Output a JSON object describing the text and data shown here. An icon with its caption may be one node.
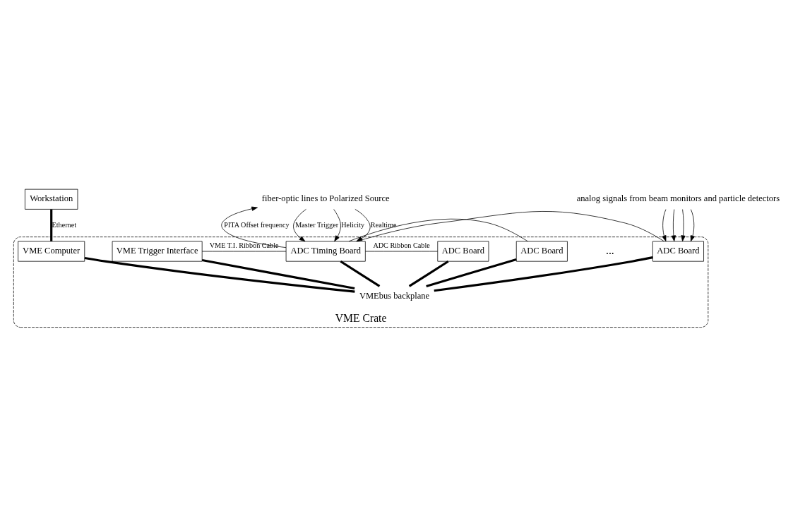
{
  "diagram": {
    "nodes": [
      {
        "text": [
          "VME Crate"
        ]
      },
      {
        "text": [
          "VME Computer"
        ],
        "in": 0
      },
      {
        "text": [
          "VME Trigger Interface"
        ],
        "in": 0
      },
      {
        "text": [
          "ADC Timing Board"
        ],
        "in": 0
      },
      {
        "text": [
          "ADC Board"
        ],
        "in": 0
      },
      {
        "text": [
          "ADC Board"
        ],
        "in": 0
      },
      {
        "text": [
          "ADC Board"
        ],
        "in": 0
      },
      {
        "text": [
          "VMEbus backplane"
        ],
        "in": 0
      },
      {
        "text": [
          "Workstation"
        ]
      },
      {
        "text": [
          "fiber-optic lines to Polarized Source"
        ]
      },
      {
        "text": [
          "analog signals from beam monitors and particle detectors"
        ]
      }
    ],
    "edges": [
      {
        "from": 9,
        "to": 3,
        "arrow": "to",
        "label": "Master Trigger"
      },
      {
        "from": 9,
        "to": 3,
        "arrow": "to",
        "label": "Helicity"
      },
      {
        "from": 9,
        "to": 3,
        "arrow": "to",
        "label": "Realtime"
      },
      {
        "from": 3,
        "to": 9,
        "arrow": "to",
        "label": "PITA Offset frequency"
      },
      {
        "from": 2,
        "to": 3,
        "arrow": "none",
        "label": "VME T.I. Ribbon Cable"
      },
      {
        "from": 3,
        "to": 4,
        "arrow": "none",
        "label": "ADC Ribbon Cable"
      },
      {
        "from": 3,
        "to": 5,
        "arrow": "none"
      },
      {
        "from": 3,
        "to": 6,
        "arrow": "none"
      },
      {
        "from": 10,
        "to": 6,
        "arrow": "to"
      },
      {
        "from": 10,
        "to": 6,
        "arrow": "to"
      },
      {
        "from": 10,
        "to": 6,
        "arrow": "to"
      },
      {
        "from": 10,
        "to": 6,
        "arrow": "to"
      },
      {
        "from": 8,
        "to": 1,
        "arrow": "none",
        "label": "Ethernet",
        "style": "thick"
      },
      {
        "from": 1,
        "to": 7,
        "arrow": "none",
        "style": "thick"
      },
      {
        "from": 2,
        "to": 7,
        "arrow": "none",
        "style": "thick"
      },
      {
        "from": 3,
        "to": 7,
        "arrow": "none",
        "style": "thick"
      },
      {
        "from": 4,
        "to": 7,
        "arrow": "none",
        "style": "thick"
      },
      {
        "from": 5,
        "to": 7,
        "arrow": "none",
        "style": "thick"
      },
      {
        "from": 6,
        "to": 7,
        "arrow": "none",
        "style": "thick"
      }
    ],
    "labels": [
      "..."
    ]
  }
}
